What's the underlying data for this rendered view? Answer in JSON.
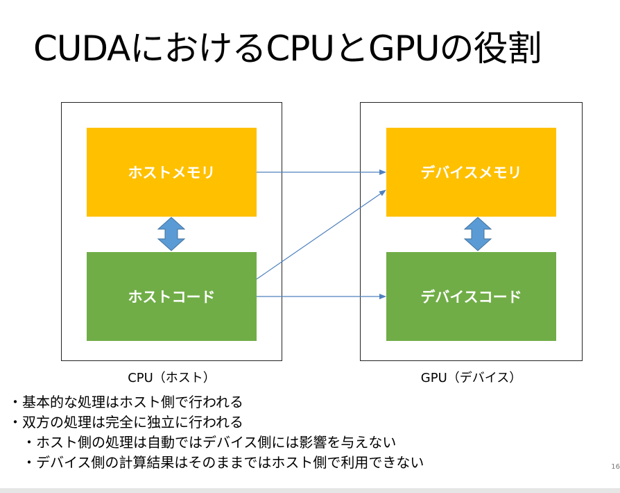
{
  "slide": {
    "title": "CUDAにおけるCPUとGPUの役割",
    "page_number": "16"
  },
  "diagram": {
    "cpu": {
      "memory_label": "ホストメモリ",
      "code_label": "ホストコード",
      "caption": "CPU（ホスト）"
    },
    "gpu": {
      "memory_label": "デバイスメモリ",
      "code_label": "デバイスコード",
      "caption": "GPU（デバイス）"
    },
    "colors": {
      "memory": "#ffc000",
      "code": "#70ad47",
      "arrow": "#5b9bd5",
      "connector": "#4f81bd"
    }
  },
  "bullets": [
    "・基本的な処理はホスト側で行われる",
    "・双方の処理は完全に独立に行われる",
    "・ホスト側の処理は自動ではデバイス側には影響を与えない",
    "・デバイス側の計算結果はそのままではホスト側で利用できない"
  ]
}
